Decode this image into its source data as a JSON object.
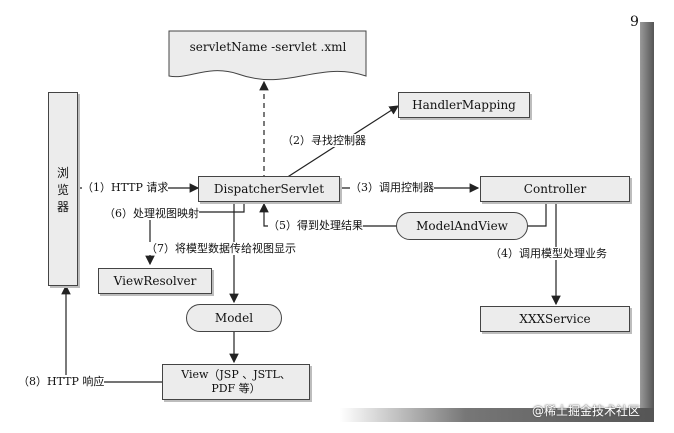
{
  "page_number": "9",
  "nodes": {
    "browser": "浏览器",
    "servlet_xml": "servletName -servlet .xml",
    "handler_mapping": "HandlerMapping",
    "dispatcher": "DispatcherServlet",
    "controller": "Controller",
    "model_and_view": "ModelAndView",
    "view_resolver": "ViewResolver",
    "model": "Model",
    "xxx_service": "XXXService",
    "view_line1": "View（JSP 、JSTL、",
    "view_line2": "PDF 等）"
  },
  "edges": {
    "step1": "（1）HTTP 请求",
    "step2": "（2）寻找控制器",
    "step3": "（3）调用控制器",
    "step4": "（4）调用模型处理业务",
    "step5": "（5）得到处理结果",
    "step6": "（6）处理视图映射",
    "step7": "（7）将模型数据传给视图显示",
    "step8": "（8）HTTP 响应"
  },
  "watermark": "@稀土掘金技术社区"
}
